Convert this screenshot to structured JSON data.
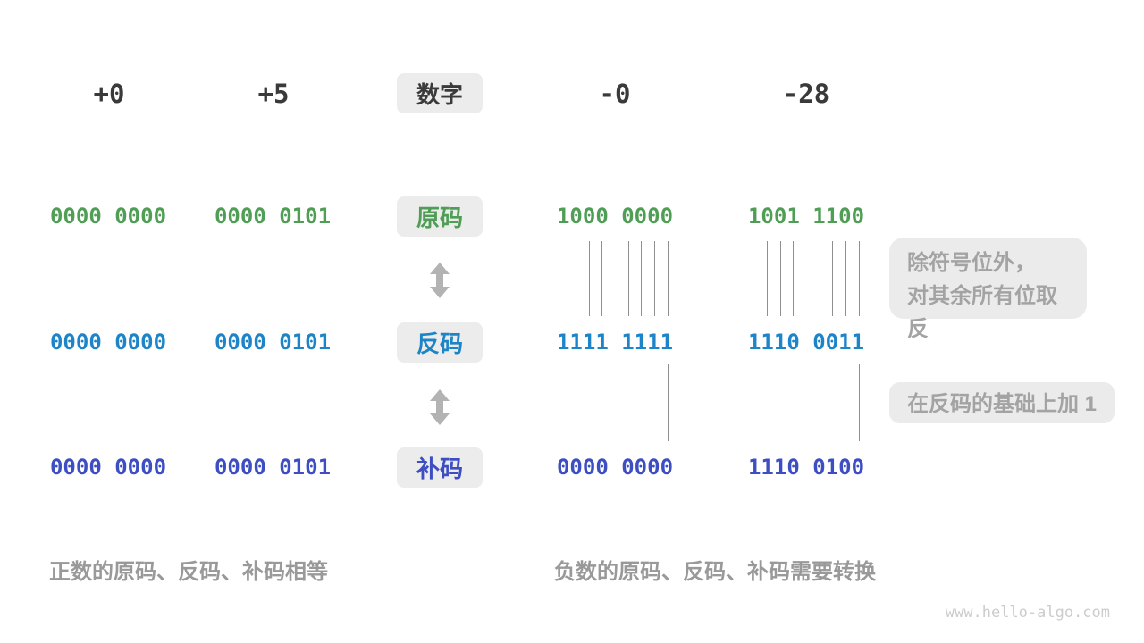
{
  "header": {
    "label": "数字",
    "numbers": [
      "+0",
      "+5",
      "-0",
      "-28"
    ]
  },
  "rows": [
    {
      "label": "原码",
      "color": "#509e55",
      "values": [
        "0000 0000",
        "0000 0101",
        "1000 0000",
        "1001 1100"
      ]
    },
    {
      "label": "反码",
      "color": "#1c84c7",
      "values": [
        "0000 0000",
        "0000 0101",
        "1111 1111",
        "1110 0011"
      ]
    },
    {
      "label": "补码",
      "color": "#3d4ec3",
      "values": [
        "0000 0000",
        "0000 0101",
        "0000 0000",
        "1110 0100"
      ]
    }
  ],
  "annotations": {
    "invert_bits": "除符号位外，\n对其余所有位取反",
    "add_one": "在反码的基础上加 1"
  },
  "captions": {
    "positive": "正数的原码、反码、补码相等",
    "negative": "负数的原码、反码、补码需要转换"
  },
  "watermark": "www.hello-algo.com",
  "colors": {
    "sign_magnitude": "#509e55",
    "ones_complement": "#1c84c7",
    "twos_complement": "#3d4ec3",
    "label_box_bg": "#ececec",
    "annotation_bg": "#ebebeb",
    "annotation_text": "#a3a3a3",
    "caption_text": "#999999",
    "header_text": "#3a3a3a",
    "tick_line": "#8f8f8f",
    "arrow": "#b3b3b3"
  }
}
